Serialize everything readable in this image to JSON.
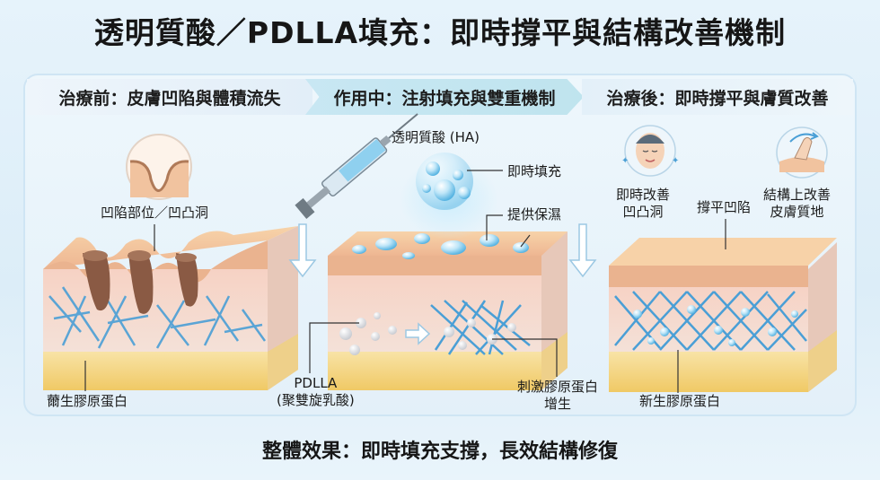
{
  "title": "透明質酸／PDLLA填充：即時撐平與結構改善機制",
  "stages": {
    "before": "治療前：皮膚凹陷與體積流失",
    "during": "作用中：注射填充與雙重機制",
    "after": "治療後：即時撐平與膚質改善"
  },
  "labels": {
    "depression": "凹陷部位／凹凸洞",
    "weak_collagen": "薾生膠原蛋白",
    "ha_title": "透明質酸 (HA)",
    "instant_fill": "即時填充",
    "moisture": "提供保濕",
    "pdlla_line1": "PDLLA",
    "pdlla_line2": "(聚雙旋乳酸)",
    "stimulate_line1": "刺激膠原蛋白",
    "stimulate_line2": "增生",
    "improve_line1": "即時改善",
    "improve_line2": "凹凸洞",
    "smooth": "撐平凹陷",
    "structure_line1": "結構上改善",
    "structure_line2": "皮膚質地",
    "new_collagen": "新生膠原蛋白"
  },
  "footer": "整體效果：即時填充支撐，長效結構修復",
  "colors": {
    "skin_top": "#f5c7a5",
    "dermis": "#f7d8cf",
    "fat": "#f7d98a",
    "collagen": "#4a9fd6",
    "ha_bubble": "#9fd8f3"
  },
  "icons": [
    "syringe-icon",
    "face-icon",
    "finger-press-icon",
    "down-arrow-icon",
    "right-arrow-icon"
  ]
}
